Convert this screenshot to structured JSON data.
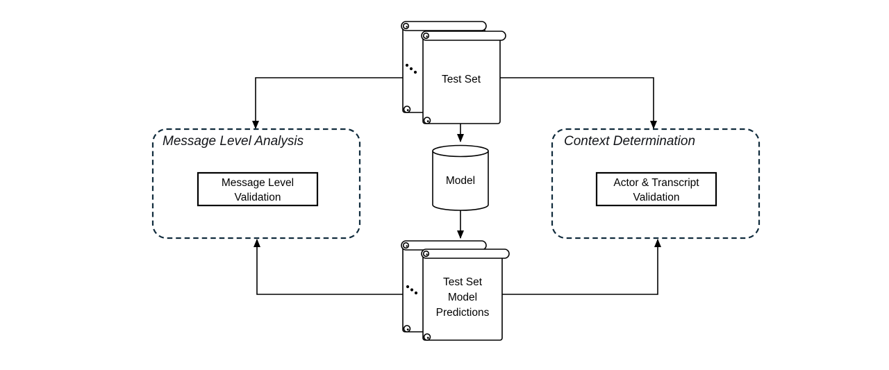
{
  "diagram": {
    "background": "#ffffff",
    "stroke_color": "#000000",
    "dashed_box_color": "#102b3c",
    "nodes": {
      "test_set": {
        "shape": "document-stack",
        "label": "Test Set"
      },
      "model": {
        "shape": "cylinder",
        "label": "Model"
      },
      "predictions": {
        "shape": "document-stack",
        "label": "Test Set Model Predictions",
        "lines": [
          "Test Set",
          "Model",
          "Predictions"
        ]
      },
      "message_level_analysis": {
        "shape": "dashed-rounded-container",
        "title": "Message Level Analysis",
        "inner_box": {
          "label": "Message Level Validation",
          "lines": [
            "Message Level",
            "Validation"
          ]
        }
      },
      "context_determination": {
        "shape": "dashed-rounded-container",
        "title": "Context Determination",
        "inner_box": {
          "label": "Actor & Transcript Validation",
          "lines": [
            "Actor & Transcript",
            "Validation"
          ]
        }
      }
    },
    "edges": [
      {
        "from": "test_set",
        "to": "message_level_analysis",
        "direction": "down"
      },
      {
        "from": "test_set",
        "to": "context_determination",
        "direction": "down"
      },
      {
        "from": "test_set",
        "to": "model",
        "direction": "down"
      },
      {
        "from": "model",
        "to": "predictions",
        "direction": "down"
      },
      {
        "from": "predictions",
        "to": "message_level_analysis",
        "direction": "up"
      },
      {
        "from": "predictions",
        "to": "context_determination",
        "direction": "up"
      }
    ]
  }
}
